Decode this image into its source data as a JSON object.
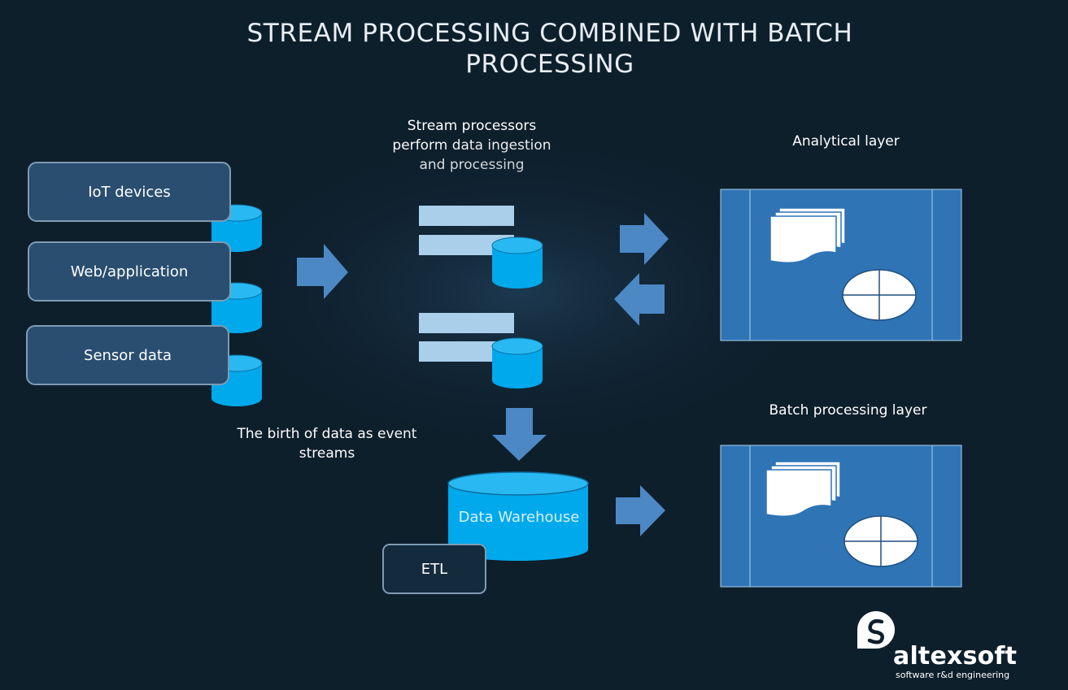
{
  "title": "STREAM PROCESSING COMBINED WITH BATCH PROCESSING",
  "labels": {
    "stream_processors": "Stream processors perform data ingestion and processing",
    "analytical_layer": "Analytical layer",
    "batch_layer": "Batch processing layer",
    "birth_of_data": "The birth of data as event streams"
  },
  "sources": [
    "IoT devices",
    "Web/application",
    "Sensor data"
  ],
  "data_warehouse": "Data Warehouse",
  "etl": "ETL",
  "logo": {
    "name": "altexsoft",
    "tagline": "software r&d engineering"
  },
  "colors": {
    "background": "#0e1f2c",
    "source_box": "#2a4e70",
    "cylinder": "#00a8ec",
    "cylinder_top": "#29b9f2",
    "arrow": "#4c88c4",
    "panel": "#2f74b5",
    "queue_bar": "#a9cfeb"
  }
}
